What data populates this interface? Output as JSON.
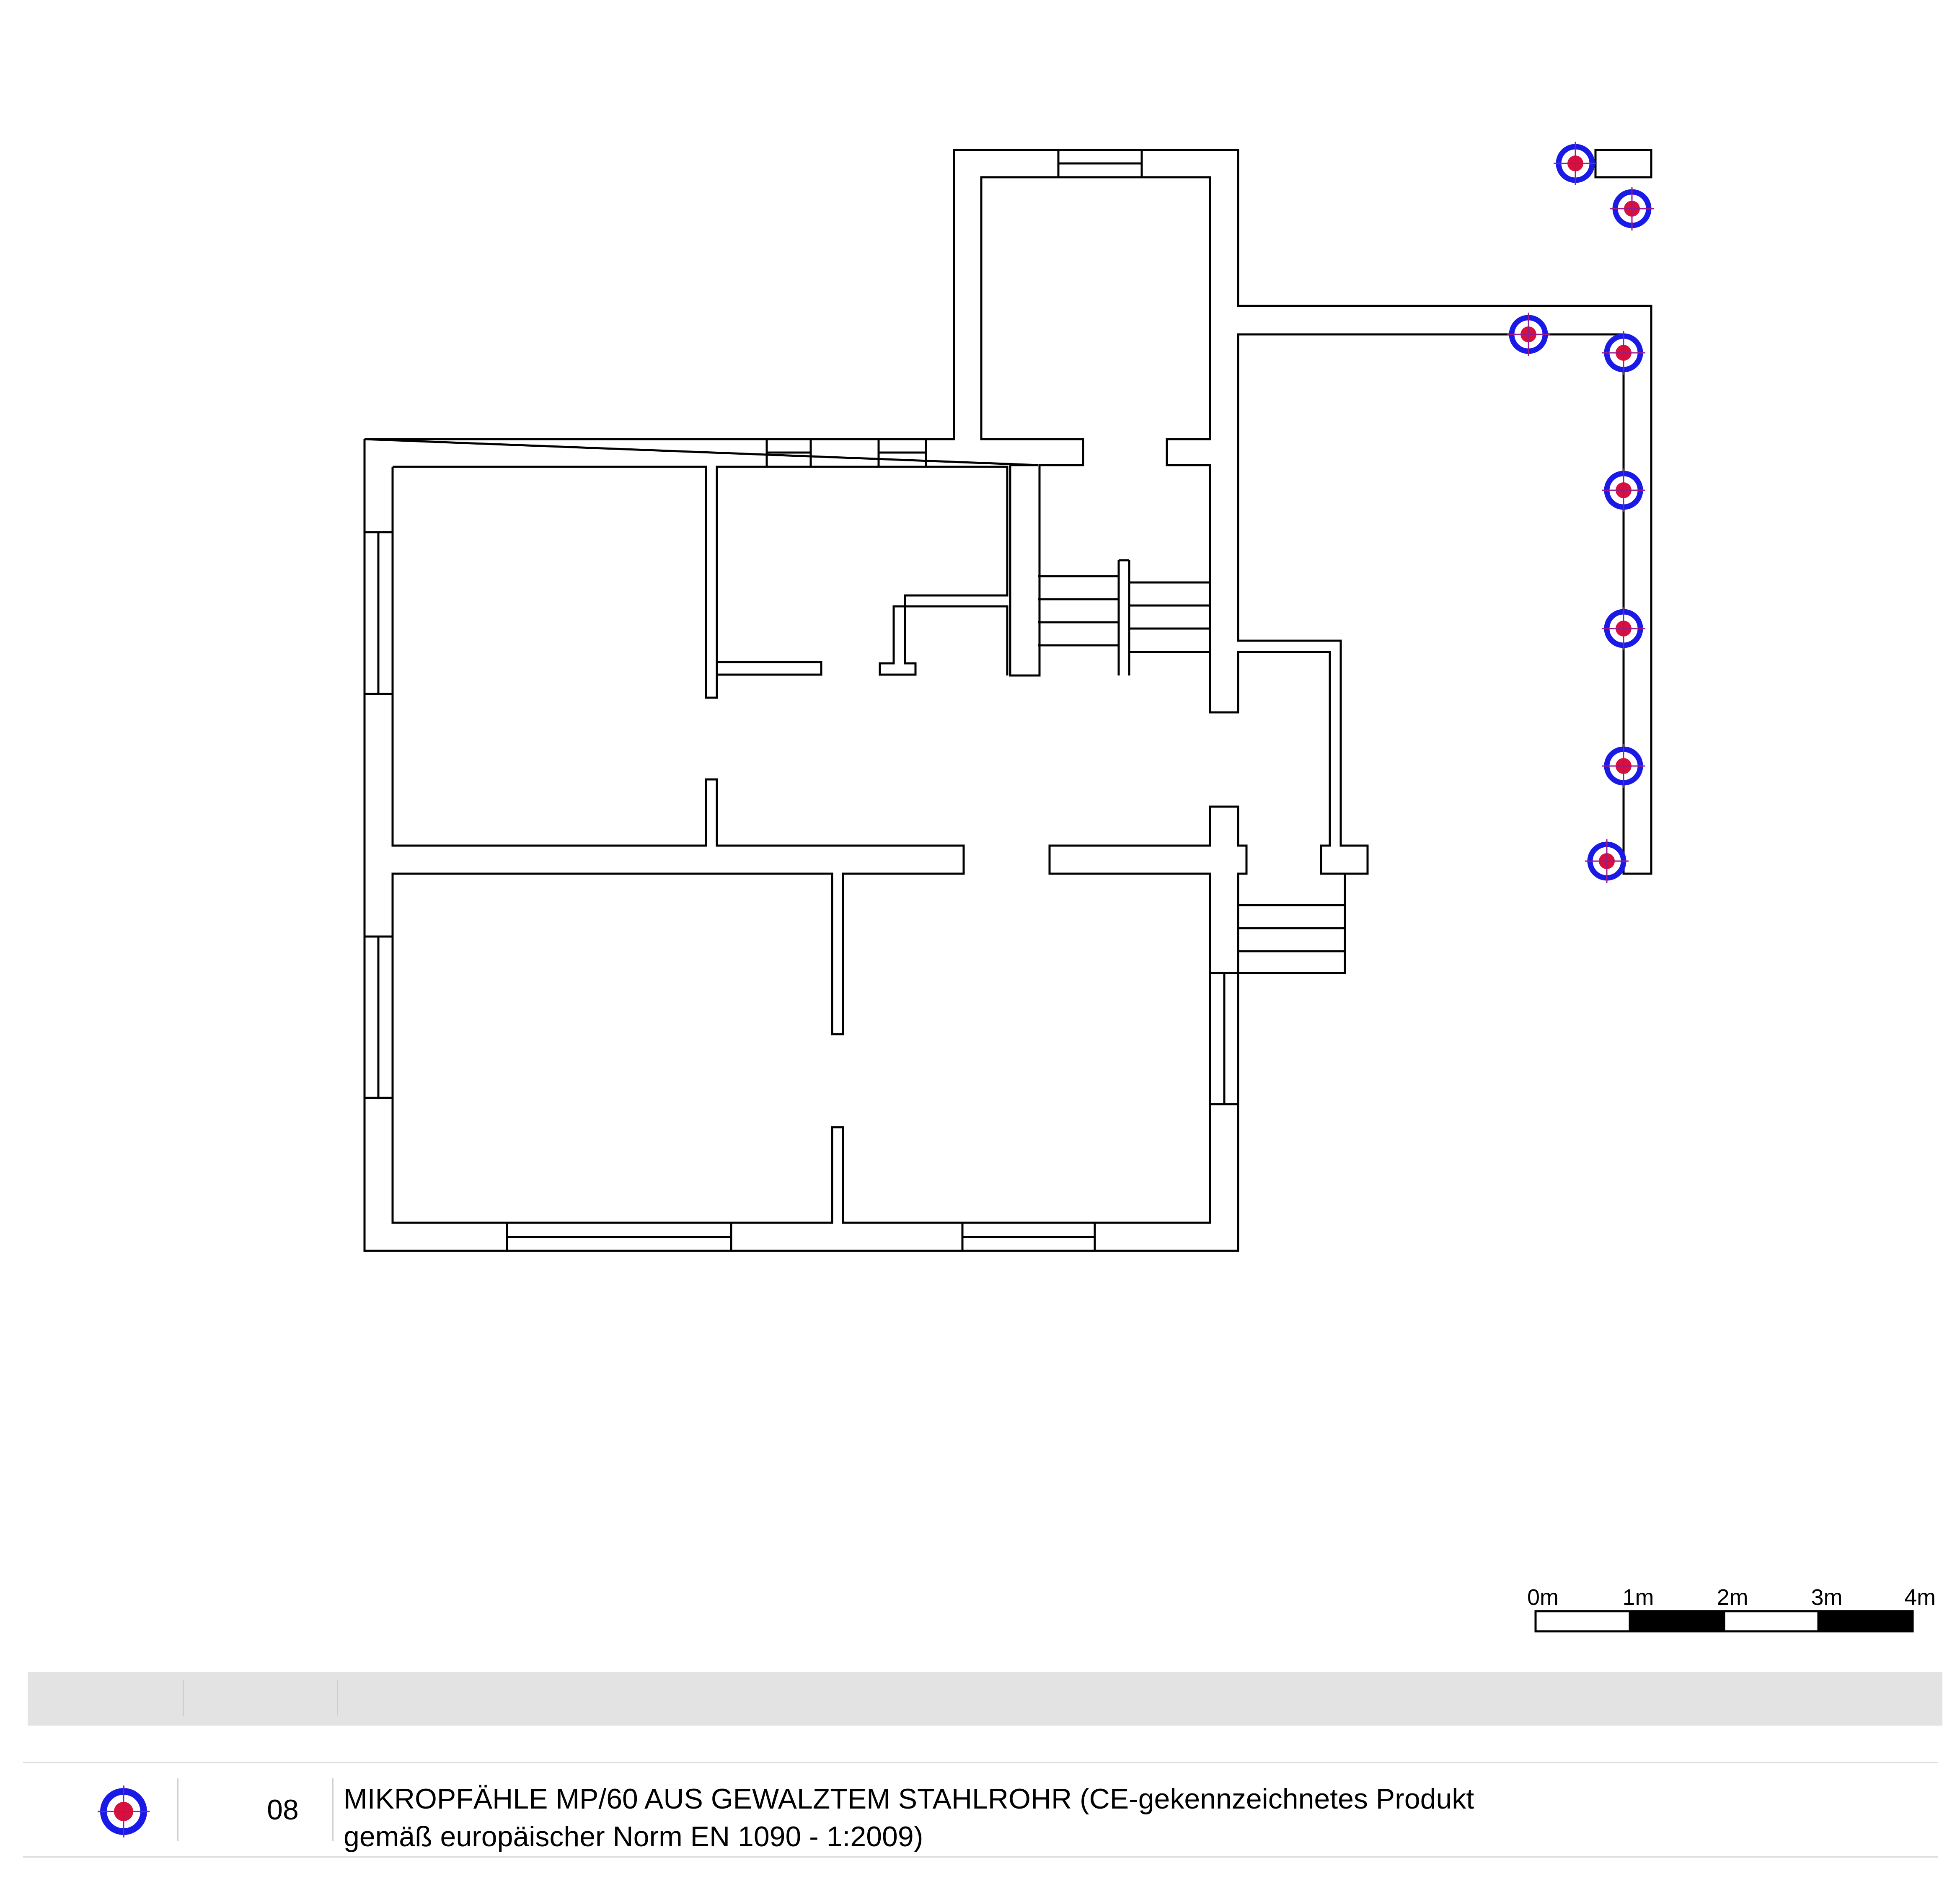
{
  "scale_bar": {
    "labels": [
      "0m",
      "1m",
      "2m",
      "3m",
      "4m"
    ]
  },
  "legend": {
    "header": {
      "cells": [
        "",
        "",
        ""
      ]
    },
    "items": [
      {
        "number": "08",
        "description_line1": "MIKROPFÄHLE MP/60 AUS GEWALZTEM STAHLROHR (CE-gekennzeichnetes Produkt",
        "description_line2": "gemäß europäischer Norm EN 1090 - 1:2009)",
        "symbol": "micropile-target-icon"
      }
    ]
  },
  "colors": {
    "line": "#000000",
    "pile_ring": "#1a1ae6",
    "pile_core": "#d8103c",
    "pile_cross": "#9a1a8a",
    "header_bg": "#e3e3e3"
  },
  "micropiles_count": 8
}
